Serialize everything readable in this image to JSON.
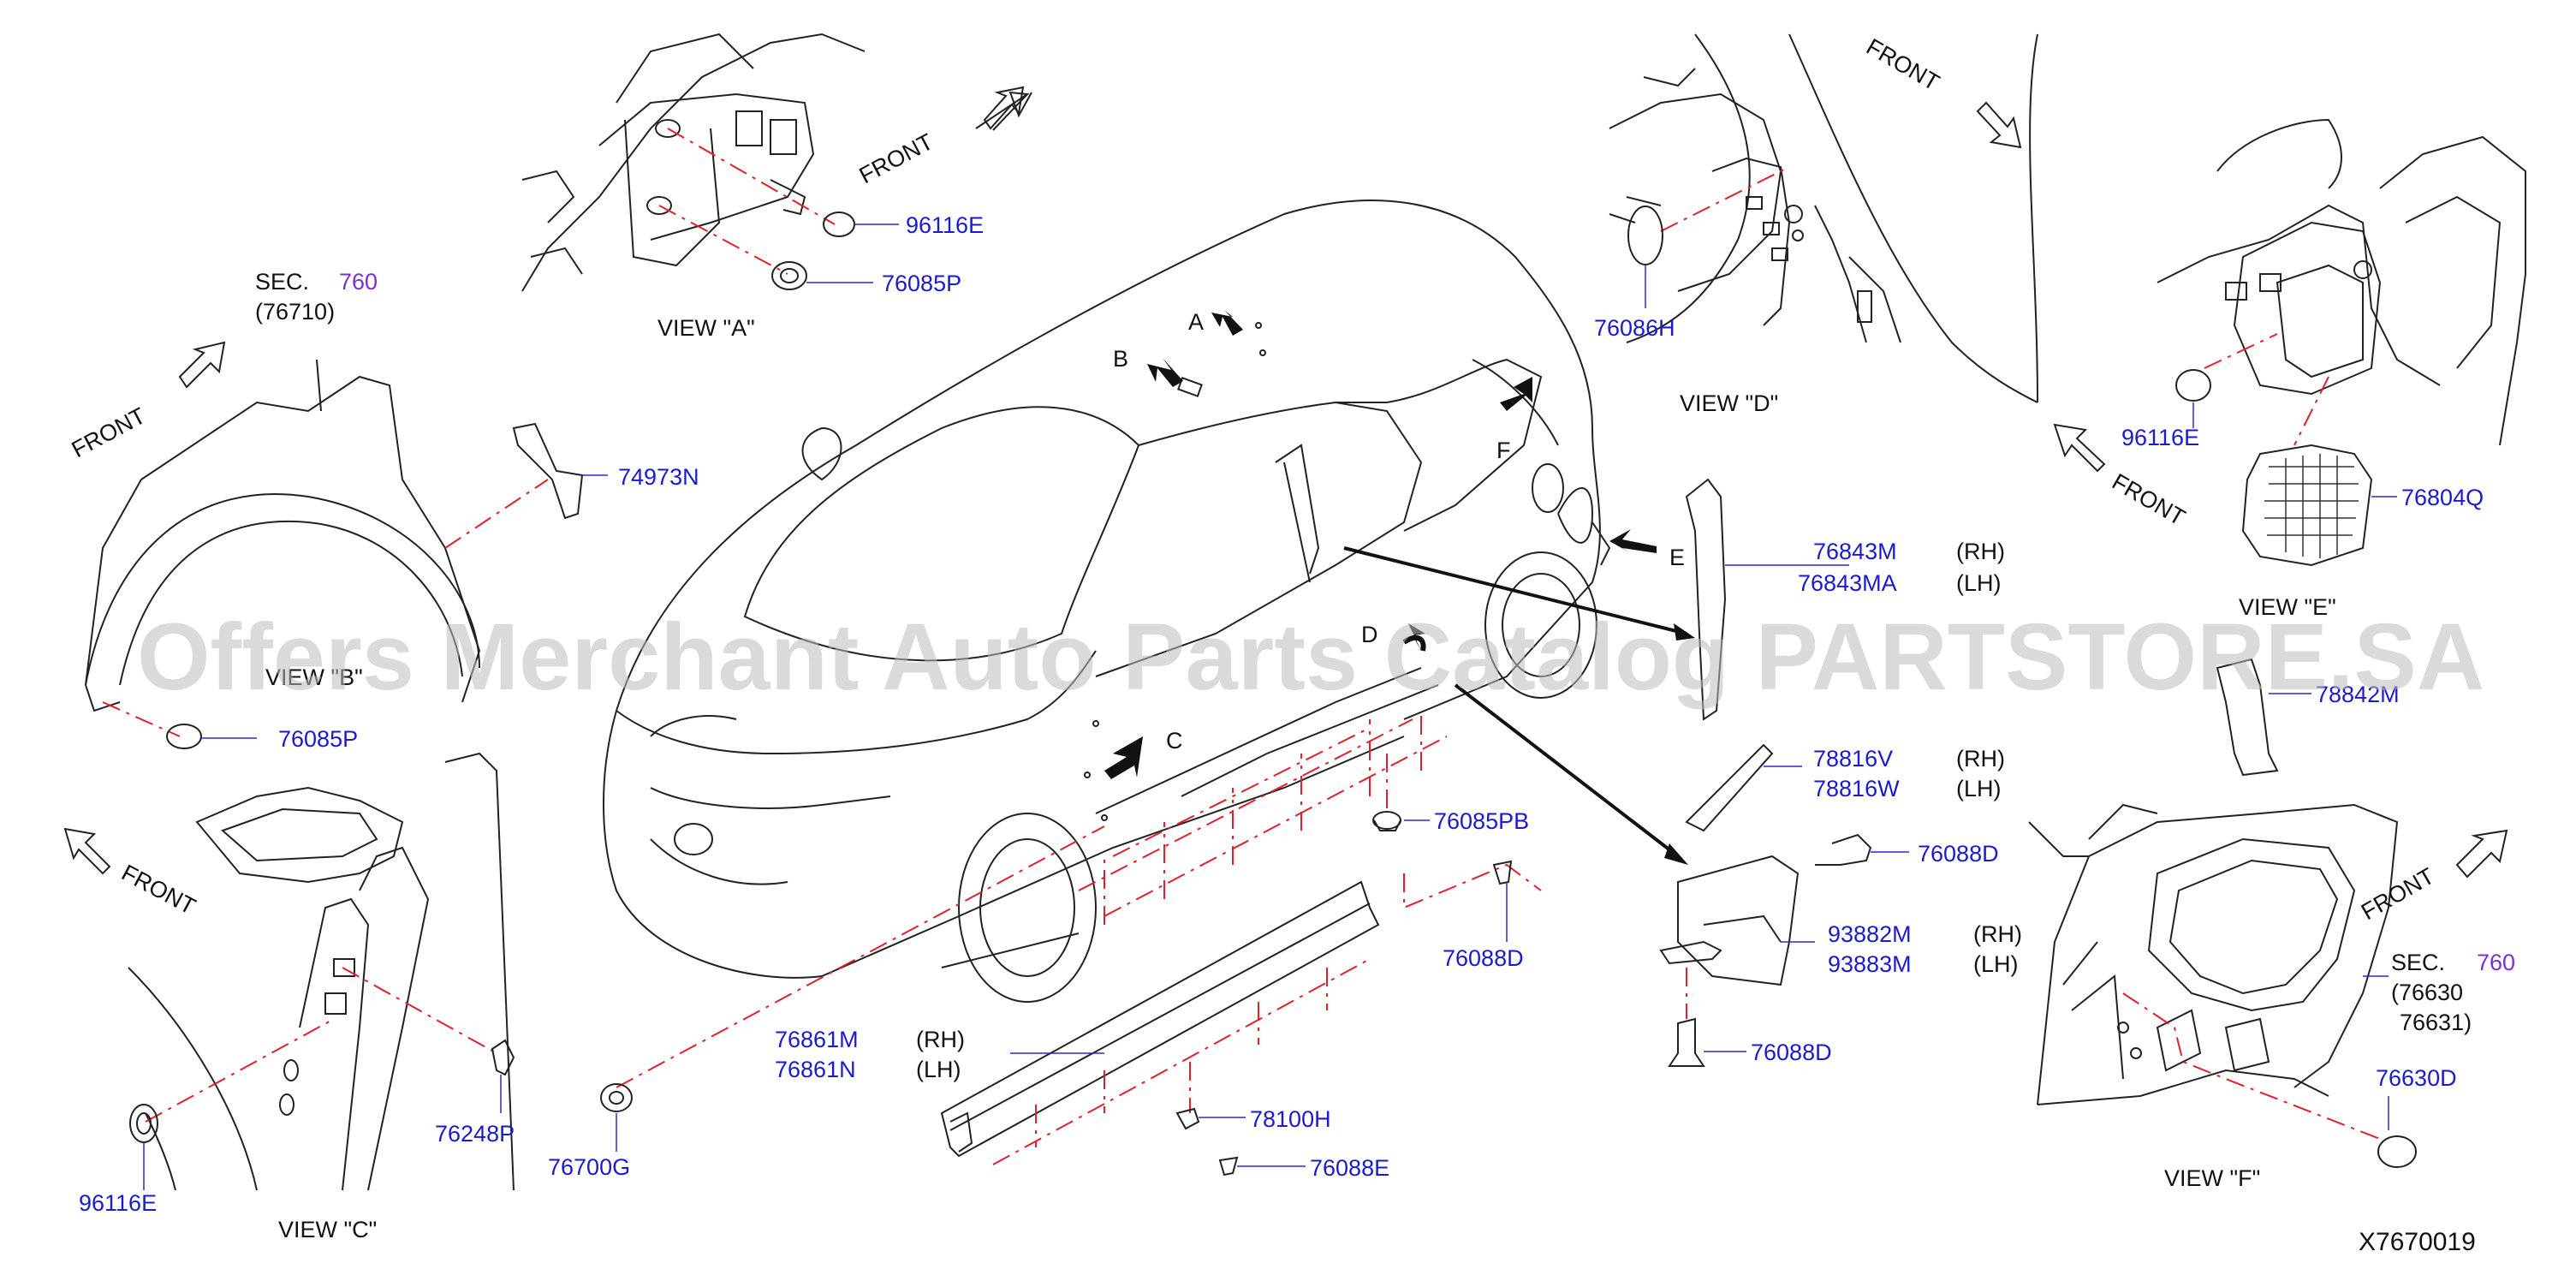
{
  "labels": {
    "front": "FRONT",
    "sec": "SEC.",
    "view_a": "VIEW   \"A\"",
    "view_c": "VIEW   \"C\"",
    "view_d": "VIEW   \"D\"",
    "view_e": "VIEW   \"E\"",
    "view_f": "VIEW   \"F\"",
    "view_b": "VIEW   \"B\"",
    "rh": "(RH)",
    "lh": "(LH)",
    "callout_a": "A",
    "callout_b": "B",
    "callout_c": "C",
    "callout_d": "D",
    "callout_e": "E",
    "callout_f": "F"
  },
  "sections": {
    "sec_left_num": "760",
    "sec_left_ref": "(76710)",
    "sec_right_num": "760",
    "sec_right_ref1": "(76630",
    "sec_right_ref2": "76631)"
  },
  "parts": {
    "p96116E_a": "96116E",
    "p76085P_a": "76085P",
    "p74973N": "74973N",
    "p76085P_b": "76085P",
    "p96116E_c": "96116E",
    "p76248P": "76248P",
    "p76700G": "76700G",
    "p76861M": "76861M",
    "p76861N": "76861N",
    "p78100H": "78100H",
    "p76088E": "76088E",
    "p76085PB": "76085PB",
    "p76088D_a": "76088D",
    "p76086H": "76086H",
    "p76843M": "76843M",
    "p76843MA": "76843MA",
    "p78816V": "78816V",
    "p78816W": "78816W",
    "p76088D_b": "76088D",
    "p93882M": "93882M",
    "p93883M": "93883M",
    "p76088D_c": "76088D",
    "p96116E_e": "96116E",
    "p76804Q": "76804Q",
    "p78842M": "78842M",
    "p76630D": "76630D"
  },
  "diagram_id": "X7670019",
  "watermark": "Offers Merchant Auto Parts Catalog PARTSTORE.SA"
}
